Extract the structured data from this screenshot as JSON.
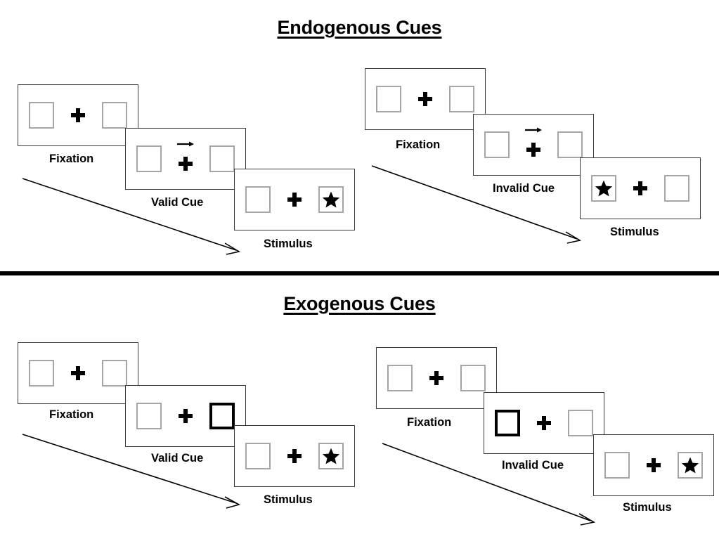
{
  "figure": {
    "title_endogenous": "Endogenous Cues",
    "title_exogenous": "Exogenous Cues",
    "divider_color": "#000000"
  },
  "colors": {
    "panel_border": "#3a3a3a",
    "box_border": "#a6a6a6",
    "box_highlight_border": "#000000",
    "cross": "#000000",
    "star": "#000000",
    "text": "#000000",
    "background": "#ffffff"
  },
  "sections": [
    {
      "id": "endogenous",
      "title": "Endogenous Cues",
      "sequences": [
        {
          "id": "endogenous-valid",
          "flow_arrow_label": "time-flow-arrow",
          "frames": [
            {
              "caption": "Fixation",
              "left_box": {
                "content": "empty",
                "highlight": false
              },
              "right_box": {
                "content": "empty",
                "highlight": false
              },
              "center": {
                "cross": true,
                "cue_arrow": "none"
              }
            },
            {
              "caption": "Valid Cue",
              "left_box": {
                "content": "empty",
                "highlight": false
              },
              "right_box": {
                "content": "empty",
                "highlight": false
              },
              "center": {
                "cross": true,
                "cue_arrow": "right"
              }
            },
            {
              "caption": "Stimulus",
              "left_box": {
                "content": "empty",
                "highlight": false
              },
              "right_box": {
                "content": "star",
                "highlight": false
              },
              "center": {
                "cross": true,
                "cue_arrow": "none"
              }
            }
          ]
        },
        {
          "id": "endogenous-invalid",
          "flow_arrow_label": "time-flow-arrow",
          "frames": [
            {
              "caption": "Fixation",
              "left_box": {
                "content": "empty",
                "highlight": false
              },
              "right_box": {
                "content": "empty",
                "highlight": false
              },
              "center": {
                "cross": true,
                "cue_arrow": "none"
              }
            },
            {
              "caption": "Invalid Cue",
              "left_box": {
                "content": "empty",
                "highlight": false
              },
              "right_box": {
                "content": "empty",
                "highlight": false
              },
              "center": {
                "cross": true,
                "cue_arrow": "right"
              }
            },
            {
              "caption": "Stimulus",
              "left_box": {
                "content": "star",
                "highlight": false
              },
              "right_box": {
                "content": "empty",
                "highlight": false
              },
              "center": {
                "cross": true,
                "cue_arrow": "none"
              }
            }
          ]
        }
      ]
    },
    {
      "id": "exogenous",
      "title": "Exogenous Cues",
      "sequences": [
        {
          "id": "exogenous-valid",
          "flow_arrow_label": "time-flow-arrow",
          "frames": [
            {
              "caption": "Fixation",
              "left_box": {
                "content": "empty",
                "highlight": false
              },
              "right_box": {
                "content": "empty",
                "highlight": false
              },
              "center": {
                "cross": true,
                "cue_arrow": "none"
              }
            },
            {
              "caption": "Valid Cue",
              "left_box": {
                "content": "empty",
                "highlight": false
              },
              "right_box": {
                "content": "empty",
                "highlight": true
              },
              "center": {
                "cross": true,
                "cue_arrow": "none"
              }
            },
            {
              "caption": "Stimulus",
              "left_box": {
                "content": "empty",
                "highlight": false
              },
              "right_box": {
                "content": "star",
                "highlight": false
              },
              "center": {
                "cross": true,
                "cue_arrow": "none"
              }
            }
          ]
        },
        {
          "id": "exogenous-invalid",
          "flow_arrow_label": "time-flow-arrow",
          "frames": [
            {
              "caption": "Fixation",
              "left_box": {
                "content": "empty",
                "highlight": false
              },
              "right_box": {
                "content": "empty",
                "highlight": false
              },
              "center": {
                "cross": true,
                "cue_arrow": "none"
              }
            },
            {
              "caption": "Invalid Cue",
              "left_box": {
                "content": "empty",
                "highlight": true
              },
              "right_box": {
                "content": "empty",
                "highlight": false
              },
              "center": {
                "cross": true,
                "cue_arrow": "none"
              }
            },
            {
              "caption": "Stimulus",
              "left_box": {
                "content": "empty",
                "highlight": false
              },
              "right_box": {
                "content": "star",
                "highlight": false
              },
              "center": {
                "cross": true,
                "cue_arrow": "none"
              }
            }
          ]
        }
      ]
    }
  ],
  "captions": {
    "fixation": "Fixation",
    "valid_cue": "Valid Cue",
    "invalid_cue": "Invalid Cue",
    "stimulus": "Stimulus"
  },
  "icons": {
    "fixation_cross": "plus-cross-icon",
    "cue_arrow": "arrow-right-icon",
    "target": "star-icon",
    "flow": "diagonal-arrow-icon"
  }
}
